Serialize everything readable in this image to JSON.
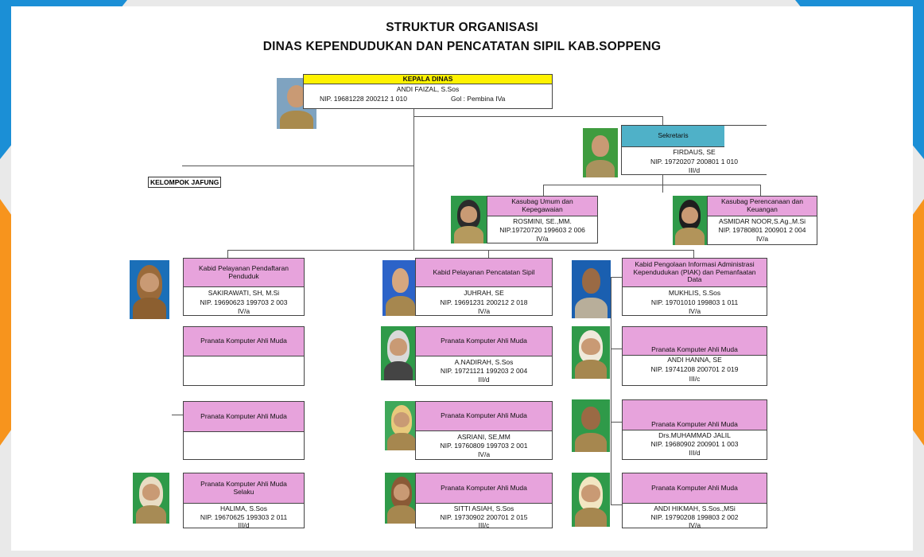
{
  "title": {
    "line1": "STRUKTUR ORGANISASI",
    "line2": "DINAS KEPENDUDUKAN DAN PENCATATAN SIPIL KAB.SOPPENG"
  },
  "colors": {
    "kepala_header": "#fff200",
    "sekretaris_header": "#4fb1c8",
    "unit_header": "#e7a3dc",
    "decor_orange": "#f7941d",
    "decor_blue": "#1b8fd6"
  },
  "kelompok_jafung": "KELOMPOK JAFUNG",
  "kepala": {
    "position": "KEPALA DINAS",
    "name": "ANDI FAIZAL, S.Sos",
    "nip": "NIP. 19681228 200212 1 010",
    "gol": "Gol : Pembina IVa"
  },
  "sekretaris": {
    "position": "Sekretaris",
    "name": "FIRDAUS, SE",
    "nip": "NIP. 19720207 200801 1 010",
    "grade": "III/d"
  },
  "kasubag_umum": {
    "position_line1": "Kasubag Umum dan",
    "position_line2": "Kepegawaian",
    "name": "ROSMINI, SE.,MM.",
    "nip": "NIP.19720720 199603 2 006",
    "grade": "IV/a"
  },
  "kasubag_perencanaan": {
    "position_line1": "Kasubag Perencanaan dan",
    "position_line2": "Keuangan",
    "name": "ASMIDAR NOOR,S.Ag.,M.Si",
    "nip": "NIP. 19780801 200901 2 004",
    "grade": "IV/a"
  },
  "kabid_pendaftaran": {
    "position_line1": "Kabid Pelayanan Pendaftaran",
    "position_line2": "Penduduk",
    "name": "SAKIRAWATI, SH, M.Si",
    "nip": "NIP. 19690623 199703 2 003",
    "grade": "IV/a"
  },
  "kabid_pencatatan": {
    "position": "Kabid Pelayanan Pencatatan Sipil",
    "name": "JUHRAH, SE",
    "nip": "NIP. 19691231 200212 2 018",
    "grade": "IV/a"
  },
  "kabid_piak": {
    "position_line1": "Kabid Pengolaan Informasi Administrasi",
    "position_line2": "Kependudukan (PIAK) dan Pemanfaatan",
    "position_line3": "Data",
    "name": "MUKHLIS, S.Sos",
    "nip": "NIP. 19701010 199803 1 011",
    "grade": "IV/a"
  },
  "left_col": {
    "p1": {
      "position": "Pranata Komputer Ahli Muda"
    },
    "p2": {
      "position": "Pranata Komputer Ahli Muda"
    },
    "p3": {
      "position_line1": "Pranata Komputer Ahli Muda",
      "position_line2": "Selaku",
      "name": "HALIMA, S.Sos",
      "nip": "NIP. 19670625 199303 2 011",
      "grade": "III/d"
    }
  },
  "mid_col": {
    "p1": {
      "position": "Pranata Komputer Ahli Muda",
      "name": "A.NADIRAH, S.Sos",
      "nip": "NIP. 19721121 199203 2 004",
      "grade": "III/d"
    },
    "p2": {
      "position": "Pranata Komputer Ahli Muda",
      "name": "ASRIANI, SE,MM",
      "nip": "NIP. 19760809 199703 2 001",
      "grade": "IV/a"
    },
    "p3": {
      "position": "Pranata Komputer Ahli Muda",
      "name": "SITTI ASIAH, S.Sos",
      "nip": "NIP. 19730902 200701 2 015",
      "grade": "III/c"
    }
  },
  "right_col": {
    "p1": {
      "position": "Pranata Komputer Ahli Muda",
      "name": "ANDI HANNA, SE",
      "nip": "NIP. 19741208 200701 2 019",
      "grade": "III/c"
    },
    "p2": {
      "position": "Pranata Komputer Ahli Muda",
      "name": "Drs.MUHAMMAD JALIL",
      "nip": "NIP. 19680902 200901 1 003",
      "grade": "III/d"
    },
    "p3": {
      "position": "Pranata Komputer Ahli Muda",
      "name": "ANDI HIKMAH, S.Sos.,MSi",
      "nip": "NIP. 19790208 199803 2 002",
      "grade": "IV/a"
    }
  }
}
